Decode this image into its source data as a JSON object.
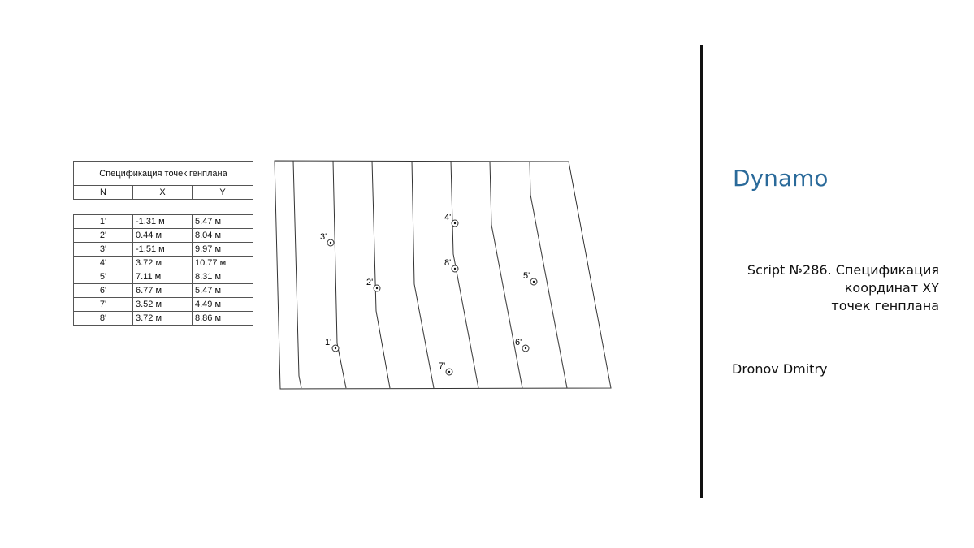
{
  "table": {
    "title": "Спецификация точек генплана",
    "columns": [
      "N",
      "X",
      "Y"
    ],
    "rows": [
      [
        "1'",
        "-1.31 м",
        "5.47 м"
      ],
      [
        "2'",
        "0.44 м",
        "8.04 м"
      ],
      [
        "3'",
        "-1.51 м",
        "9.97 м"
      ],
      [
        "4'",
        "3.72 м",
        "10.77 м"
      ],
      [
        "5'",
        "7.11 м",
        "8.31 м"
      ],
      [
        "6'",
        "6.77 м",
        "5.47 м"
      ],
      [
        "7'",
        "3.52 м",
        "4.49 м"
      ],
      [
        "8'",
        "3.72 м",
        "8.86 м"
      ]
    ]
  },
  "plan": {
    "point_labels": [
      "1'",
      "2'",
      "3'",
      "4'",
      "5'",
      "6'",
      "7'",
      "8'"
    ]
  },
  "brand": "Dynamo",
  "script_title": [
    "Script №286. Спецификация",
    "координат XY",
    "точек генплана"
  ],
  "author": "Dronov Dmitry",
  "colors": {
    "brand": "#2a6a9a"
  }
}
